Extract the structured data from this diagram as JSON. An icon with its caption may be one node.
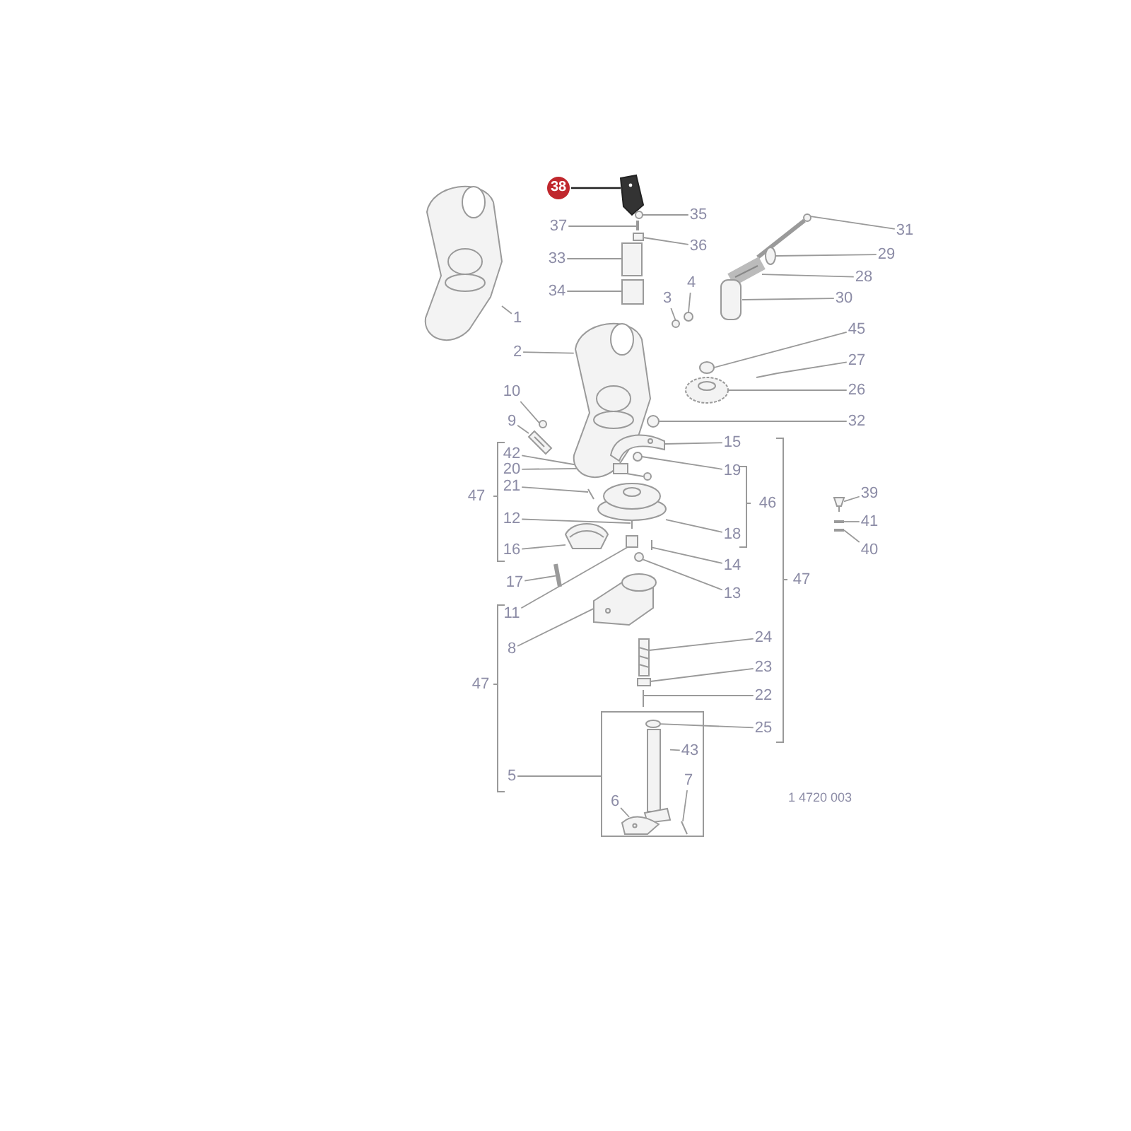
{
  "diagram": {
    "nodes": [
      {
        "text": [
          "38"
        ]
      },
      {
        "text": [
          "35"
        ]
      },
      {
        "text": [
          "37"
        ]
      },
      {
        "text": [
          "36"
        ]
      },
      {
        "text": [
          "33"
        ]
      },
      {
        "text": [
          "34"
        ]
      },
      {
        "text": [
          "31"
        ]
      },
      {
        "text": [
          "29"
        ]
      },
      {
        "text": [
          "28"
        ]
      },
      {
        "text": [
          "4"
        ]
      },
      {
        "text": [
          "3"
        ]
      },
      {
        "text": [
          "30"
        ]
      },
      {
        "text": [
          "1"
        ]
      },
      {
        "text": [
          "2"
        ]
      },
      {
        "text": [
          "45"
        ]
      },
      {
        "text": [
          "27"
        ]
      },
      {
        "text": [
          "26"
        ]
      },
      {
        "text": [
          "10"
        ]
      },
      {
        "text": [
          "32"
        ]
      },
      {
        "text": [
          "9"
        ]
      },
      {
        "text": [
          "15"
        ]
      },
      {
        "text": [
          "42"
        ]
      },
      {
        "text": [
          "19"
        ]
      },
      {
        "text": [
          "20"
        ]
      },
      {
        "text": [
          "21"
        ]
      },
      {
        "text": [
          "39"
        ]
      },
      {
        "text": [
          "12"
        ]
      },
      {
        "text": [
          "41"
        ]
      },
      {
        "text": [
          "18"
        ]
      },
      {
        "text": [
          "16"
        ]
      },
      {
        "text": [
          "40"
        ]
      },
      {
        "text": [
          "14"
        ]
      },
      {
        "text": [
          "17"
        ]
      },
      {
        "text": [
          "13"
        ]
      },
      {
        "text": [
          "11"
        ]
      },
      {
        "text": [
          "24"
        ]
      },
      {
        "text": [
          "8"
        ]
      },
      {
        "text": [
          "23"
        ]
      },
      {
        "text": [
          "22"
        ]
      },
      {
        "text": [
          "25"
        ]
      },
      {
        "text": [
          "43"
        ],
        "in": 83
      },
      {
        "text": [
          "5"
        ]
      },
      {
        "text": [
          "7"
        ],
        "in": 83
      },
      {
        "text": [
          "6"
        ],
        "in": 83
      },
      {
        "text": [],
        "shape": "picture"
      },
      {
        "text": [],
        "shape": "circle"
      },
      {
        "text": [],
        "shape": "bar"
      },
      {
        "text": [],
        "shape": "box"
      },
      {
        "text": [],
        "shape": "box"
      },
      {
        "text": [],
        "shape": "box"
      },
      {
        "text": [],
        "shape": "picture"
      },
      {
        "text": [],
        "shape": "circle"
      },
      {
        "text": [],
        "shape": "picture"
      },
      {
        "text": [],
        "shape": "circle"
      },
      {
        "text": [],
        "shape": "circle"
      },
      {
        "text": [],
        "shape": "box"
      },
      {
        "text": [],
        "shape": "picture"
      },
      {
        "text": [],
        "shape": "picture"
      },
      {
        "text": [],
        "shape": "circle"
      },
      {
        "text": [],
        "shape": "bar"
      },
      {
        "text": [],
        "shape": "picture"
      },
      {
        "text": [],
        "shape": "circle"
      },
      {
        "text": [],
        "shape": "circle"
      },
      {
        "text": [],
        "shape": "picture"
      },
      {
        "text": [],
        "shape": "picture"
      },
      {
        "text": [],
        "shape": "circle"
      },
      {
        "text": [],
        "shape": "circle"
      },
      {
        "text": [],
        "shape": "box"
      },
      {
        "text": [],
        "shape": "bar"
      },
      {
        "text": [],
        "shape": "picture"
      },
      {
        "text": [],
        "shape": "bar"
      },
      {
        "text": [],
        "shape": "bar"
      },
      {
        "text": [],
        "shape": "picture"
      },
      {
        "text": [],
        "shape": "picture"
      },
      {
        "text": [],
        "shape": "bar"
      },
      {
        "text": [],
        "shape": "bar"
      },
      {
        "text": [],
        "shape": "bar"
      },
      {
        "text": [],
        "shape": "circle"
      },
      {
        "text": [],
        "shape": "box"
      },
      {
        "text": [],
        "shape": "picture"
      },
      {
        "text": [],
        "shape": "picture"
      },
      {
        "text": [],
        "shape": "box"
      },
      {
        "text": [],
        "shape": "bar"
      },
      {
        "text": [],
        "shape": "box"
      },
      {
        "text": [],
        "shape": "circle",
        "in": 83
      },
      {
        "text": [],
        "shape": "picture",
        "in": 83
      },
      {
        "text": [],
        "shape": "bar",
        "in": 83
      },
      {
        "text": [],
        "shape": "picture",
        "in": 83
      }
    ],
    "edges": [
      {
        "from": 0,
        "to": 44,
        "arrow": "none",
        "color": "#222222"
      },
      {
        "from": 1,
        "to": 45,
        "arrow": "none"
      },
      {
        "from": 2,
        "to": 46,
        "arrow": "none"
      },
      {
        "from": 3,
        "to": 47,
        "arrow": "none"
      },
      {
        "from": 4,
        "to": 48,
        "arrow": "none"
      },
      {
        "from": 5,
        "to": 49,
        "arrow": "none"
      },
      {
        "from": 6,
        "to": 50,
        "arrow": "none"
      },
      {
        "from": 7,
        "to": 51,
        "arrow": "none"
      },
      {
        "from": 8,
        "to": 52,
        "arrow": "none"
      },
      {
        "from": 9,
        "to": 53,
        "arrow": "none"
      },
      {
        "from": 10,
        "to": 54,
        "arrow": "none"
      },
      {
        "from": 11,
        "to": 55,
        "arrow": "none"
      },
      {
        "from": 12,
        "to": 56,
        "arrow": "none"
      },
      {
        "from": 13,
        "to": 57,
        "arrow": "none"
      },
      {
        "from": 14,
        "to": 58,
        "arrow": "none"
      },
      {
        "from": 15,
        "to": 59,
        "arrow": "none"
      },
      {
        "from": 16,
        "to": 60,
        "arrow": "none"
      },
      {
        "from": 17,
        "to": 61,
        "arrow": "none"
      },
      {
        "from": 18,
        "to": 62,
        "arrow": "none"
      },
      {
        "from": 19,
        "to": 63,
        "arrow": "none"
      },
      {
        "from": 20,
        "to": 64,
        "arrow": "none"
      },
      {
        "from": 21,
        "to": 65,
        "arrow": "none"
      },
      {
        "from": 22,
        "to": 66,
        "arrow": "none"
      },
      {
        "from": 23,
        "to": 67,
        "arrow": "none"
      },
      {
        "from": 24,
        "to": 68,
        "arrow": "none"
      },
      {
        "from": 25,
        "to": 69,
        "arrow": "none"
      },
      {
        "from": 26,
        "to": 70,
        "arrow": "none"
      },
      {
        "from": 27,
        "to": 71,
        "arrow": "none"
      },
      {
        "from": 28,
        "to": 72,
        "arrow": "none"
      },
      {
        "from": 29,
        "to": 73,
        "arrow": "none"
      },
      {
        "from": 30,
        "to": 74,
        "arrow": "none"
      },
      {
        "from": 31,
        "to": 75,
        "arrow": "none"
      },
      {
        "from": 32,
        "to": 76,
        "arrow": "none"
      },
      {
        "from": 33,
        "to": 77,
        "arrow": "none"
      },
      {
        "from": 34,
        "to": 78,
        "arrow": "none"
      },
      {
        "from": 35,
        "to": 79,
        "arrow": "none"
      },
      {
        "from": 36,
        "to": 80,
        "arrow": "none"
      },
      {
        "from": 37,
        "to": 81,
        "arrow": "none"
      },
      {
        "from": 38,
        "to": 82,
        "arrow": "none"
      },
      {
        "from": 39,
        "to": 84,
        "arrow": "none"
      },
      {
        "from": 40,
        "to": 85,
        "arrow": "none"
      },
      {
        "from": 41,
        "to": 83,
        "arrow": "none"
      },
      {
        "from": 42,
        "to": 86,
        "arrow": "none"
      },
      {
        "from": 43,
        "to": 87,
        "arrow": "none"
      }
    ],
    "labels": [
      "47",
      "46",
      "47",
      "47",
      "1 4720 003"
    ]
  }
}
